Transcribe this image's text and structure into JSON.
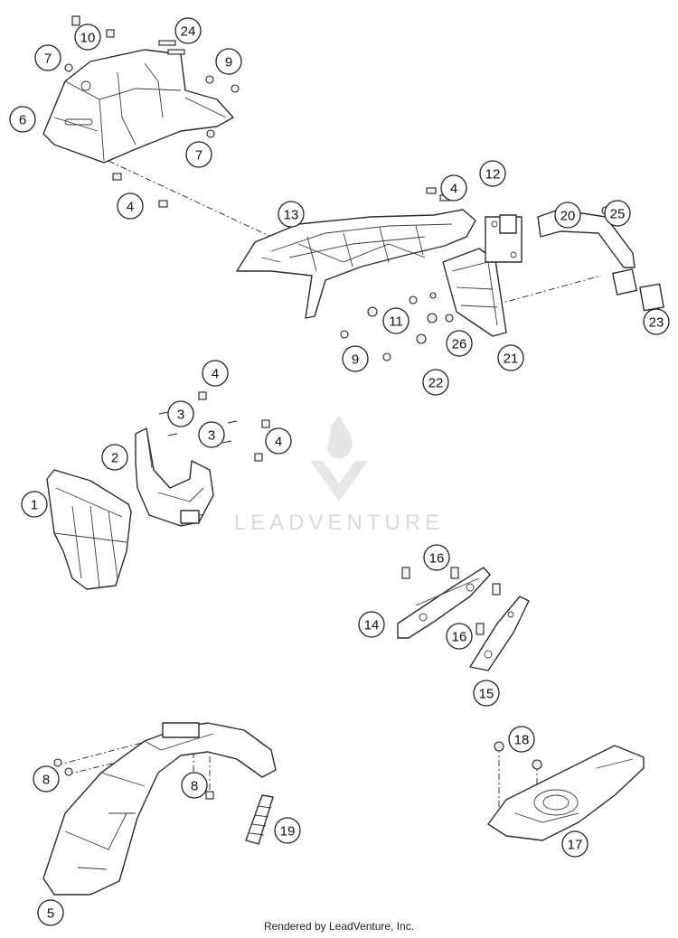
{
  "watermark": {
    "text": "LEADVENTURE"
  },
  "footer": {
    "credit": "Rendered by LeadVenture, Inc."
  },
  "callouts": [
    "1",
    "2",
    "3",
    "3",
    "4",
    "4",
    "4",
    "4",
    "5",
    "6",
    "7",
    "7",
    "8",
    "8",
    "9",
    "9",
    "10",
    "11",
    "12",
    "13",
    "14",
    "15",
    "16",
    "16",
    "17",
    "18",
    "19",
    "20",
    "21",
    "22",
    "23",
    "24",
    "25",
    "26"
  ]
}
